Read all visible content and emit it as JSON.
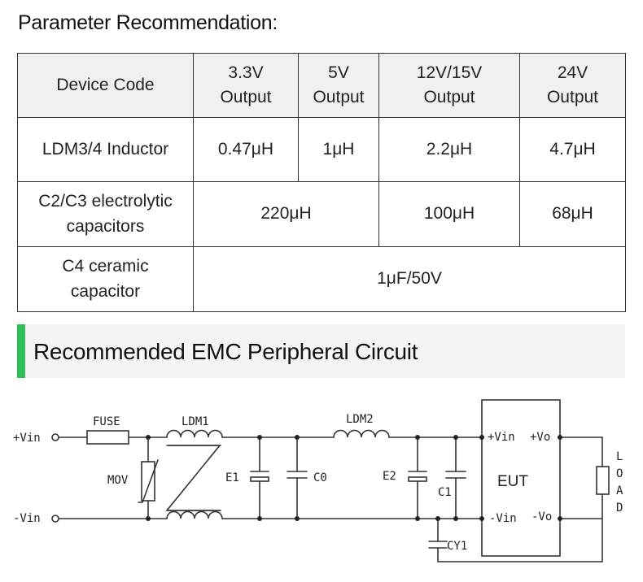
{
  "heading": "Parameter Recommendation:",
  "table": {
    "header": {
      "device_code": "Device Code",
      "col_3v3": [
        "3.3V",
        "Output"
      ],
      "col_5v": [
        "5V",
        "Output"
      ],
      "col_12v": [
        "12V/15V",
        "Output"
      ],
      "col_24v": [
        "24V",
        "Output"
      ]
    },
    "inductor": {
      "label": "LDM3/4 Inductor",
      "v3v3": "0.47μH",
      "v5": "1μH",
      "v12": "2.2μH",
      "v24": "4.7μH"
    },
    "electrolytic": {
      "label": [
        "C2/C3 electrolytic",
        "capacitors"
      ],
      "v3v3_5": "220μH",
      "v12": "100μH",
      "v24": "68μH"
    },
    "ceramic": {
      "label": [
        "C4 ceramic",
        "capacitor"
      ],
      "value": "1μF/50V"
    }
  },
  "section_title": "Recommended EMC Peripheral Circuit",
  "circuit": {
    "vin_pos": "+Vin",
    "vin_neg": "-Vin",
    "fuse": "FUSE",
    "ldm1": "LDM1",
    "ldm2": "LDM2",
    "mov": "MOV",
    "e1": "E1",
    "c0": "C0",
    "e2": "E2",
    "c1": "C1",
    "cy1": "CY1",
    "eut": "EUT",
    "eut_vin_pos": "+Vin",
    "eut_vin_neg": "-Vin",
    "eut_vo_pos": "+Vo",
    "eut_vo_neg": "-Vo",
    "load": [
      "L",
      "O",
      "A",
      "D"
    ]
  }
}
